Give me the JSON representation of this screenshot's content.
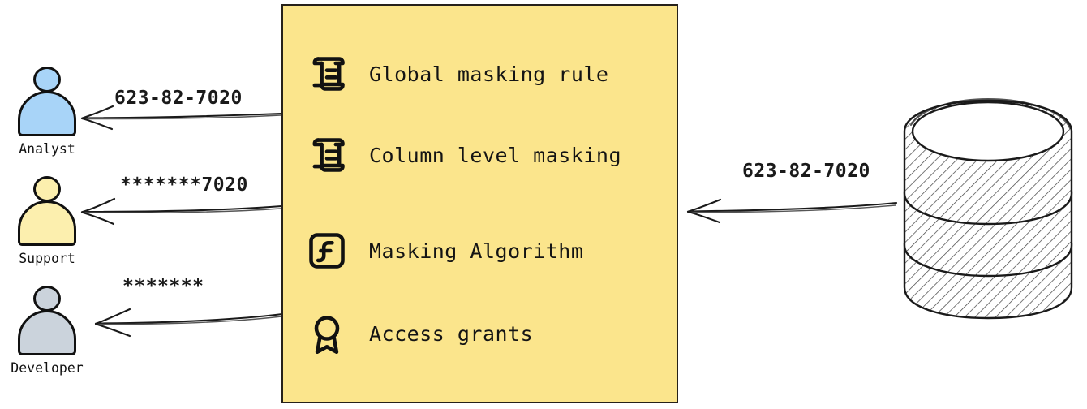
{
  "diagram": {
    "type": "data-masking-flow",
    "background": "#ffffff"
  },
  "actors": [
    {
      "label": "Analyst",
      "color": "#A8D4F8",
      "icon": "person-icon",
      "flow_label": "623-82-7020",
      "flow_name": "unmasked-ssn"
    },
    {
      "label": "Support",
      "color": "#FCEFAE",
      "icon": "person-icon",
      "flow_label": "*******7020",
      "flow_name": "partially-masked-ssn"
    },
    {
      "label": "Developer",
      "color": "#CBD3DC",
      "icon": "person-icon",
      "flow_label": "*******",
      "flow_name": "fully-masked-ssn"
    }
  ],
  "policy_panel": {
    "fill": "#FBE58C",
    "border": "#26211a",
    "items": [
      {
        "label": "Global masking rule",
        "icon": "scroll-icon"
      },
      {
        "label": "Column level masking",
        "icon": "scroll-icon"
      },
      {
        "label": "Masking Algorithm",
        "icon": "function-icon"
      },
      {
        "label": "Access grants",
        "icon": "award-icon"
      }
    ]
  },
  "source": {
    "name": "database",
    "icon": "database-cylinder-icon",
    "flow_label": "623-82-7020",
    "flow_name": "source-ssn-value"
  }
}
